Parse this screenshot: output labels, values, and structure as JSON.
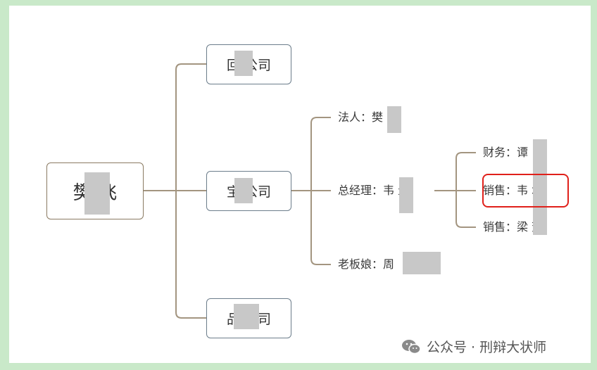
{
  "root": {
    "label": "樊   飞"
  },
  "companies": [
    {
      "label": "回   公司"
    },
    {
      "label": "宝   公司"
    },
    {
      "label": "品   公司"
    }
  ],
  "roles": [
    {
      "label": "法人：樊   军"
    },
    {
      "label": "总经理：韦   生"
    },
    {
      "label": "老板娘：周"
    }
  ],
  "staff": [
    {
      "label": "财务：谭   甲"
    },
    {
      "label": "销售：韦   城"
    },
    {
      "label": "销售：梁   芳"
    }
  ],
  "watermark": {
    "text": "公众号 · 刑辩大状师",
    "icon": "wechat-icon"
  },
  "colors": {
    "connector": "#a39580",
    "node_border": "#6c7d8b",
    "highlight": "#e0201a",
    "frame": "#c9e9c9"
  }
}
